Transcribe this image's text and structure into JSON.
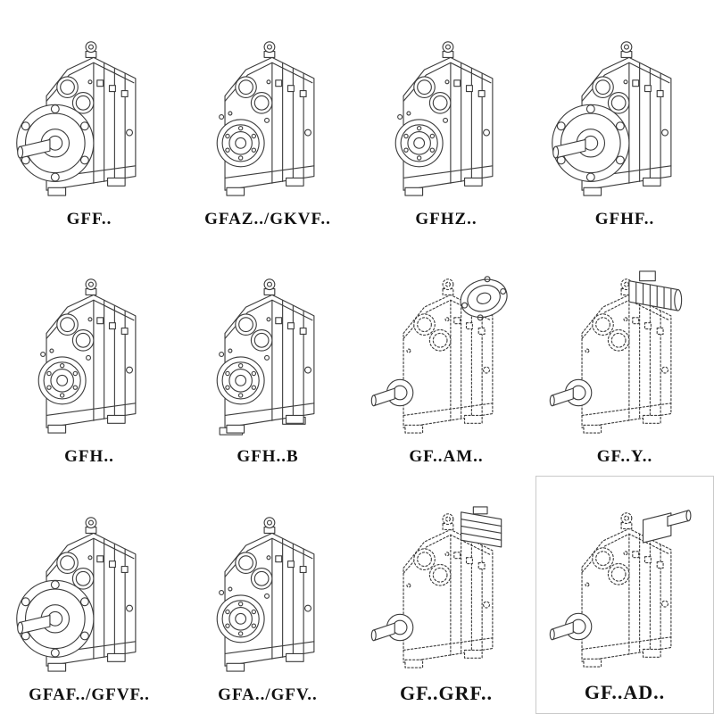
{
  "page": {
    "background": "#ffffff",
    "line_color": "#3d3d3d",
    "text_color": "#111111"
  },
  "grid": {
    "columns": 4,
    "rows": 3,
    "items": [
      {
        "label": "GFF..",
        "drawing": "gearbox-output-flange",
        "line_style": "solid"
      },
      {
        "label": "GFAZ../GKVF..",
        "drawing": "gearbox-hollow-shaft",
        "line_style": "solid"
      },
      {
        "label": "GFHZ..",
        "drawing": "gearbox-hollow-shaft",
        "line_style": "solid"
      },
      {
        "label": "GFHF..",
        "drawing": "gearbox-output-flange",
        "line_style": "solid"
      },
      {
        "label": "GFH..",
        "drawing": "gearbox-hollow-shaft",
        "line_style": "solid"
      },
      {
        "label": "GFH..B",
        "drawing": "gearbox-hollow-shaft-base",
        "line_style": "solid"
      },
      {
        "label": "GF..AM..",
        "drawing": "gearbox-iec-adapter-flange",
        "line_style": "dotted"
      },
      {
        "label": "GF..Y..",
        "drawing": "gearbox-with-motor",
        "line_style": "dotted"
      },
      {
        "label": "GFAF../GFVF..",
        "drawing": "gearbox-output-flange",
        "line_style": "solid"
      },
      {
        "label": "GFA../GFV..",
        "drawing": "gearbox-hollow-shaft",
        "line_style": "solid"
      },
      {
        "label": "GF..GRF..",
        "drawing": "gearbox-adapter-block",
        "line_style": "dotted"
      },
      {
        "label": "GF..AD..",
        "drawing": "gearbox-input-shaft-adapter",
        "line_style": "dotted"
      }
    ]
  }
}
